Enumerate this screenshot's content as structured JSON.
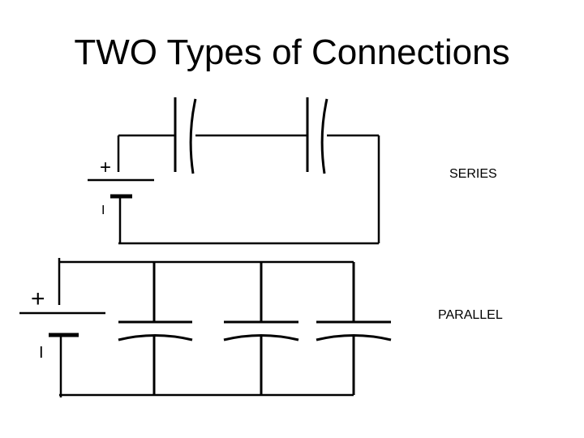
{
  "title": "TWO Types of Connections",
  "series": {
    "label": "SERIES",
    "capacitor_count": 2,
    "battery_plus": "+",
    "battery_minus": "I"
  },
  "parallel": {
    "label": "PARALLEL",
    "capacitor_count": 3,
    "battery_plus": "+",
    "battery_minus": "I"
  },
  "colors": {
    "line": "#000000",
    "background": "#ffffff"
  }
}
